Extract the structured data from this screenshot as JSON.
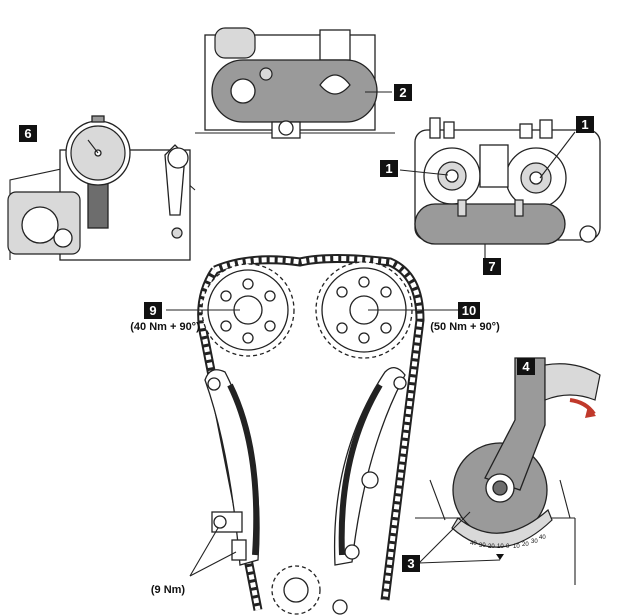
{
  "callouts": {
    "cam_lock_tool_left": "1",
    "cam_lock_tool_right": "1",
    "holding_plate": "2",
    "degree_disc": "3",
    "wrench": "4",
    "dial_gauge": "6",
    "plate_bottom": "7",
    "exhaust_bolt": "9",
    "intake_bolt": "10"
  },
  "torques": {
    "bolt_9": "(40 Nm + 90°)",
    "bolt_10": "(50 Nm + 90°)",
    "guide_bolts": "(9 Nm)"
  },
  "degree_scale": [
    "40",
    "30",
    "20",
    "10",
    "0",
    "10",
    "20",
    "30",
    "40"
  ],
  "colors": {
    "callout_bg": "#111111",
    "callout_text": "#ffffff",
    "arrow": "#c0392b"
  }
}
